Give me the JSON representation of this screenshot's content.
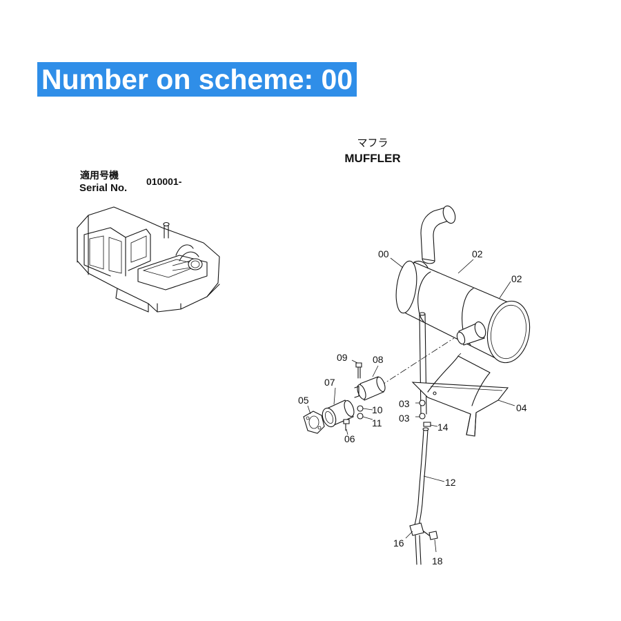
{
  "banner": {
    "text": "Number on scheme: 00"
  },
  "title": {
    "japanese": "マフラ",
    "english": "MUFFLER"
  },
  "serial": {
    "japanese": "適用号機",
    "label": "Serial No.",
    "value": "010001-"
  },
  "callouts": [
    {
      "id": "c00",
      "text": "00"
    },
    {
      "id": "c02a",
      "text": "02"
    },
    {
      "id": "c02b",
      "text": "02"
    },
    {
      "id": "c09",
      "text": "09"
    },
    {
      "id": "c08",
      "text": "08"
    },
    {
      "id": "c07",
      "text": "07"
    },
    {
      "id": "c05",
      "text": "05"
    },
    {
      "id": "c10",
      "text": "10"
    },
    {
      "id": "c11",
      "text": "11"
    },
    {
      "id": "c06",
      "text": "06"
    },
    {
      "id": "c03a",
      "text": "03"
    },
    {
      "id": "c03b",
      "text": "03"
    },
    {
      "id": "c14",
      "text": "14"
    },
    {
      "id": "c04",
      "text": "04"
    },
    {
      "id": "c12",
      "text": "12"
    },
    {
      "id": "c16",
      "text": "16"
    },
    {
      "id": "c18",
      "text": "18"
    }
  ]
}
